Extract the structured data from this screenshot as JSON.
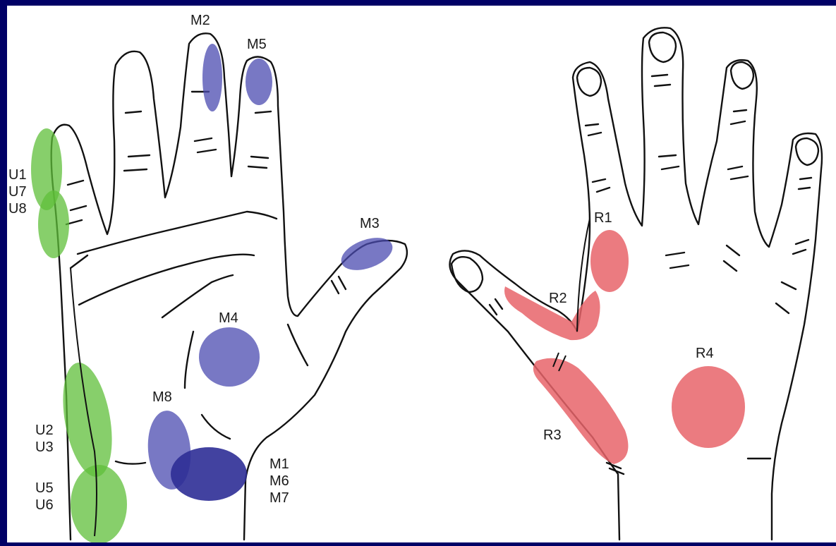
{
  "regions": {
    "ulnar": {
      "labels": [
        "U1",
        "U7",
        "U8",
        "U2",
        "U3",
        "U5",
        "U6"
      ],
      "color": "#5fbf3a"
    },
    "median": {
      "labels": [
        "M1",
        "M2",
        "M3",
        "M4",
        "M5",
        "M6",
        "M7",
        "M8"
      ],
      "color": "#4b4bb0"
    },
    "radial": {
      "labels": [
        "R1",
        "R2",
        "R3",
        "R4"
      ],
      "color": "#e8646a"
    }
  },
  "labels": {
    "u_top": [
      "U1",
      "U7",
      "U8"
    ],
    "u_mid": [
      "U2",
      "U3"
    ],
    "u_low": [
      "U5",
      "U6"
    ],
    "m2": "M2",
    "m5": "M5",
    "m3": "M3",
    "m4": "M4",
    "m8": "M8",
    "m_base": [
      "M1",
      "M6",
      "M7"
    ],
    "r1": "R1",
    "r2": "R2",
    "r3": "R3",
    "r4": "R4"
  }
}
